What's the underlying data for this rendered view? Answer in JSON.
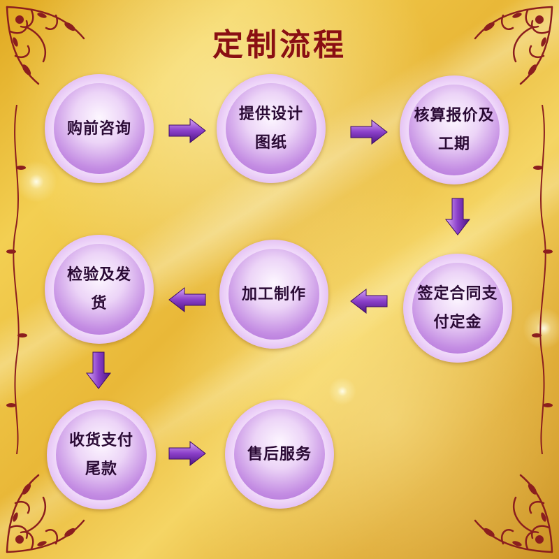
{
  "title": "定制流程",
  "steps": [
    {
      "label": "购前咨询"
    },
    {
      "label": "提供设计图纸"
    },
    {
      "label": "核算报价及工期"
    },
    {
      "label": "签定合同支付定金"
    },
    {
      "label": "加工制作"
    },
    {
      "label": "检验及发货"
    },
    {
      "label": "收货支付尾款"
    },
    {
      "label": "售后服务"
    }
  ],
  "colors": {
    "title": "#8a0f12",
    "arrow": "#8a3fc9",
    "ornament": "#8b1e1e",
    "node": "#c48de3"
  }
}
